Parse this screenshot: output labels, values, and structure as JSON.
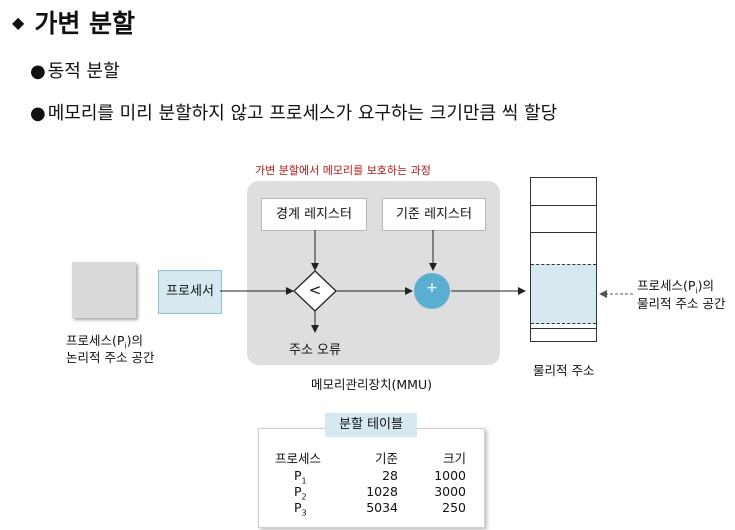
{
  "heading": {
    "marker": "◆",
    "text": "가변 분할"
  },
  "bullets": [
    {
      "marker": "●",
      "text": "동적 분할"
    },
    {
      "marker": "●",
      "text": "메모리를 미리 분할하지 않고 프로세스가 요구하는 크기만큼 씩 할당"
    }
  ],
  "diagram": {
    "handwritten_note": "가변 분할에서 메모리를 보호하는 과정",
    "bound_register": "경계 레지스터",
    "base_register": "기준 레지스터",
    "processor": "프로세서",
    "compare_symbol": "<",
    "adder_symbol": "+",
    "address_error": "주소 오류",
    "mmu_label": "메모리관리장치(MMU)",
    "logical_space": {
      "line1": "프로세스(P",
      "sub": "i",
      "line1_end": ")의",
      "line2": "논리적 주소 공간"
    },
    "physical_space": {
      "line1": "프로세스(P",
      "sub": "i",
      "line1_end": ")의",
      "line2": "물리적 주소 공간"
    },
    "physical_address": "물리적 주소"
  },
  "partition_table": {
    "title": "분할 테이블",
    "headers": [
      "프로세스",
      "기준",
      "크기"
    ],
    "rows": [
      {
        "name": "P",
        "sub": "1",
        "base": "28",
        "size": "1000"
      },
      {
        "name": "P",
        "sub": "2",
        "base": "1028",
        "size": "3000"
      },
      {
        "name": "P",
        "sub": "3",
        "base": "5034",
        "size": "250"
      }
    ]
  },
  "colors": {
    "accent_light_blue": "#d6e9f1",
    "adder_blue": "#5aaed0",
    "note_red": "#b01818",
    "mmu_panel": "#dedede"
  }
}
